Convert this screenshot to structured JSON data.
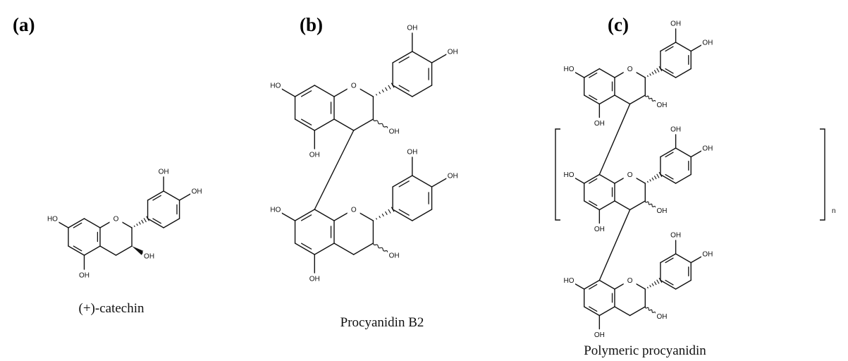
{
  "panels": [
    {
      "id": "a",
      "label": "(a)",
      "caption": "(+)-catechin"
    },
    {
      "id": "b",
      "label": "(b)",
      "caption": "Procyanidin B2"
    },
    {
      "id": "c",
      "label": "(c)",
      "caption": "Polymeric procyanidin"
    }
  ],
  "atoms": {
    "hydroxyl": "OH",
    "hydroxyl_left": "HO",
    "ring_oxygen": "O"
  },
  "repeat_subscript": "n"
}
